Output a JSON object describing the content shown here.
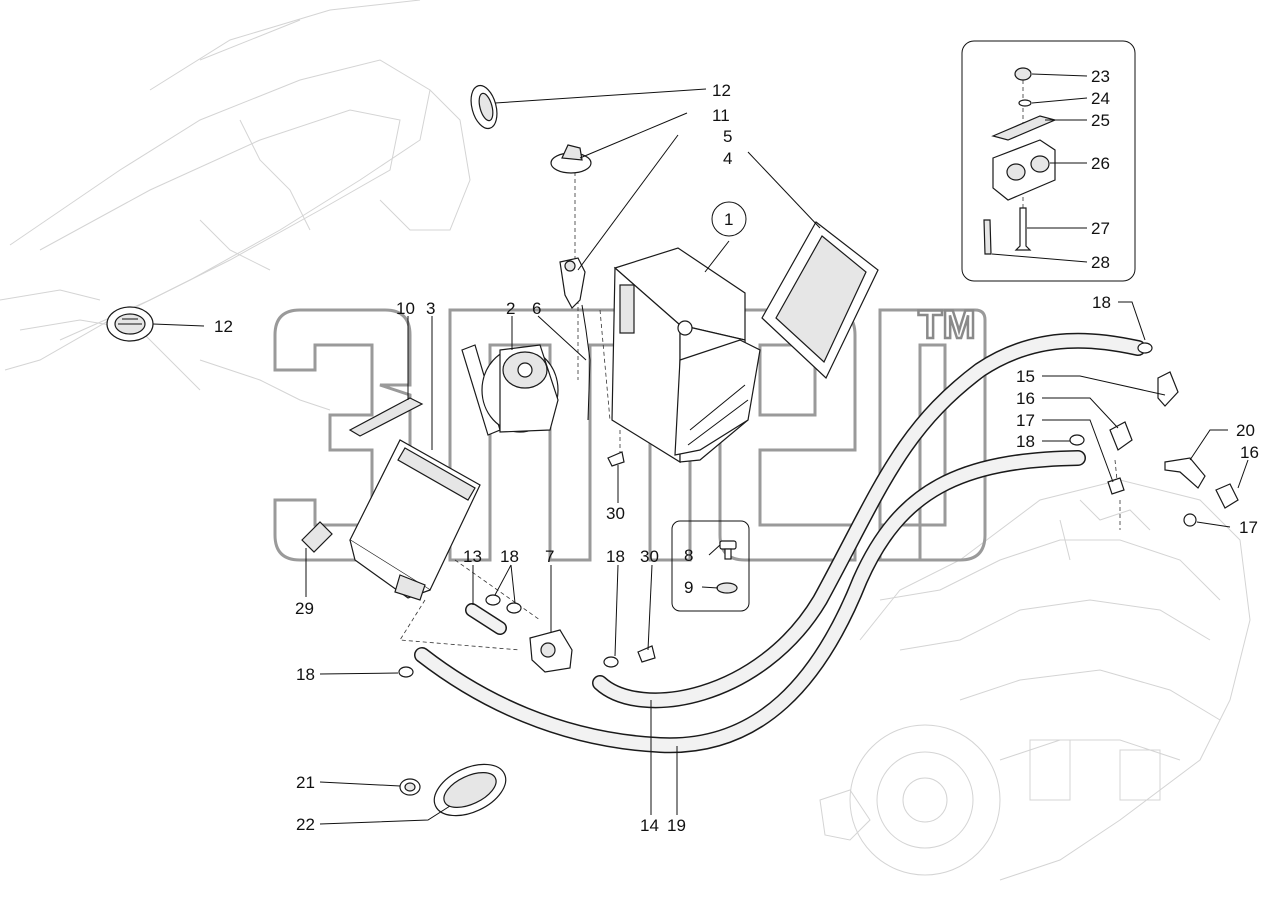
{
  "diagram": {
    "corner_mark": "",
    "watermark": {
      "text": "ЭПЕЛ",
      "trademark": "TM"
    },
    "callouts": [
      {
        "id": "c12a",
        "text": "12"
      },
      {
        "id": "c11",
        "text": "11"
      },
      {
        "id": "c5",
        "text": "5"
      },
      {
        "id": "c4",
        "text": "4"
      },
      {
        "id": "c1",
        "text": "1"
      },
      {
        "id": "c12b",
        "text": "12"
      },
      {
        "id": "c10",
        "text": "10"
      },
      {
        "id": "c3",
        "text": "3"
      },
      {
        "id": "c2",
        "text": "2"
      },
      {
        "id": "c6",
        "text": "6"
      },
      {
        "id": "c30a",
        "text": "30"
      },
      {
        "id": "c29",
        "text": "29"
      },
      {
        "id": "c13",
        "text": "13"
      },
      {
        "id": "c18a",
        "text": "18"
      },
      {
        "id": "c7",
        "text": "7"
      },
      {
        "id": "c18b",
        "text": "18"
      },
      {
        "id": "c30b",
        "text": "30"
      },
      {
        "id": "c8",
        "text": "8"
      },
      {
        "id": "c9",
        "text": "9"
      },
      {
        "id": "c18c",
        "text": "18"
      },
      {
        "id": "c21",
        "text": "21"
      },
      {
        "id": "c22",
        "text": "22"
      },
      {
        "id": "c14",
        "text": "14"
      },
      {
        "id": "c19",
        "text": "19"
      },
      {
        "id": "c23",
        "text": "23"
      },
      {
        "id": "c24",
        "text": "24"
      },
      {
        "id": "c25",
        "text": "25"
      },
      {
        "id": "c26",
        "text": "26"
      },
      {
        "id": "c27",
        "text": "27"
      },
      {
        "id": "c28",
        "text": "28"
      },
      {
        "id": "c18d",
        "text": "18"
      },
      {
        "id": "c15",
        "text": "15"
      },
      {
        "id": "c16a",
        "text": "16"
      },
      {
        "id": "c17a",
        "text": "17"
      },
      {
        "id": "c18e",
        "text": "18"
      },
      {
        "id": "c20",
        "text": "20"
      },
      {
        "id": "c16b",
        "text": "16"
      },
      {
        "id": "c17b",
        "text": "17"
      }
    ]
  }
}
